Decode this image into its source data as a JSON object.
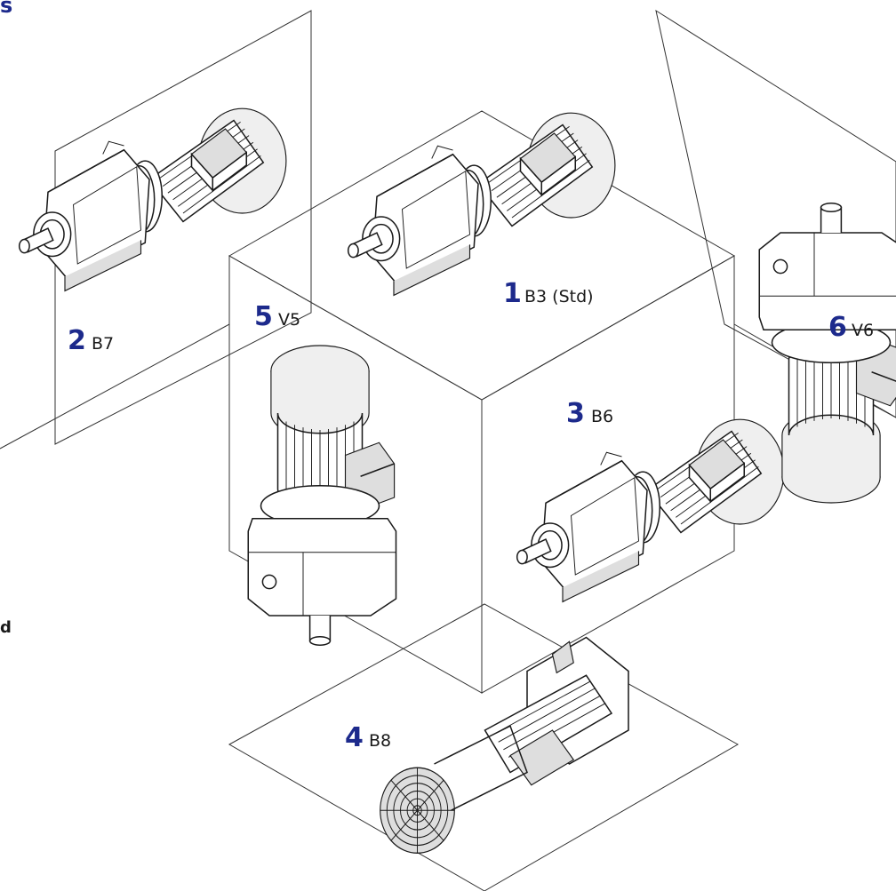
{
  "fragments": {
    "top_left": "s",
    "left_edge": "d"
  },
  "positions": [
    {
      "number": "1",
      "code": "B3 (Std)"
    },
    {
      "number": "2",
      "code": "B7"
    },
    {
      "number": "3",
      "code": "B6"
    },
    {
      "number": "4",
      "code": "B8"
    },
    {
      "number": "5",
      "code": "V5"
    },
    {
      "number": "6",
      "code": "V6"
    }
  ]
}
